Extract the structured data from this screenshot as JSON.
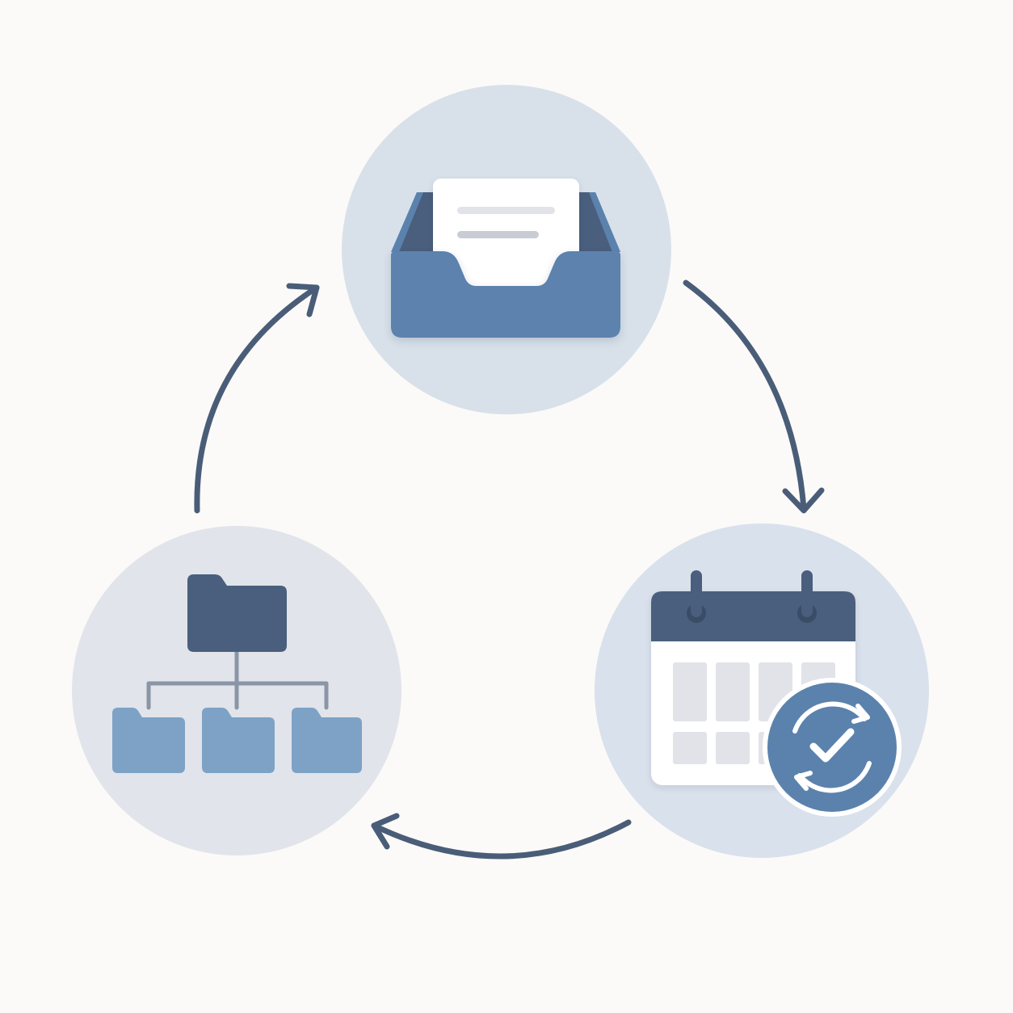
{
  "diagram": {
    "type": "cycle",
    "direction": "clockwise",
    "nodes": [
      {
        "id": "inbox",
        "icon": "inbox-tray-icon",
        "label": ""
      },
      {
        "id": "schedule",
        "icon": "calendar-sync-check-icon",
        "label": ""
      },
      {
        "id": "organize",
        "icon": "folder-hierarchy-icon",
        "label": ""
      }
    ],
    "edges": [
      {
        "from": "inbox",
        "to": "schedule"
      },
      {
        "from": "schedule",
        "to": "organize"
      },
      {
        "from": "organize",
        "to": "inbox"
      }
    ]
  },
  "colors": {
    "background": "#fbfaf8",
    "circle_fill_top": "#d8e1ea",
    "circle_fill_right": "#d9e1ec",
    "circle_fill_left": "#e1e4ea",
    "arrow": "#4a5d78",
    "primary_blue": "#5b82ad",
    "dark_navy": "#4a5f7d",
    "light_blue": "#7da2c6",
    "card_white": "#ffffff",
    "grid_cell": "#e2e3e8"
  }
}
